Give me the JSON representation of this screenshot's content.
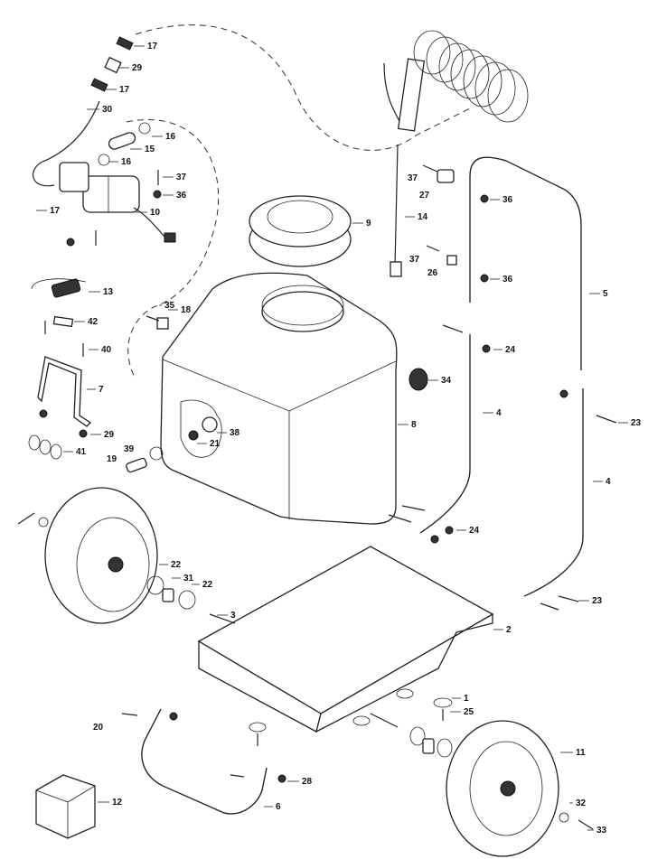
{
  "labels": [
    {
      "id": "p17a",
      "text": "17"
    },
    {
      "id": "p29a",
      "text": "29"
    },
    {
      "id": "p17b",
      "text": "17"
    },
    {
      "id": "p30",
      "text": "30"
    },
    {
      "id": "p16a",
      "text": "16"
    },
    {
      "id": "p15",
      "text": "15"
    },
    {
      "id": "p16b",
      "text": "16"
    },
    {
      "id": "p37a",
      "text": "37"
    },
    {
      "id": "p36a",
      "text": "36"
    },
    {
      "id": "p10",
      "text": "10"
    },
    {
      "id": "p17c",
      "text": "17"
    },
    {
      "id": "p13",
      "text": "13"
    },
    {
      "id": "p42",
      "text": "42"
    },
    {
      "id": "p40",
      "text": "40"
    },
    {
      "id": "p7",
      "text": "7"
    },
    {
      "id": "p29b",
      "text": "29"
    },
    {
      "id": "p41",
      "text": "41"
    },
    {
      "id": "p9",
      "text": "9"
    },
    {
      "id": "p14",
      "text": "14"
    },
    {
      "id": "p37b",
      "text": "37"
    },
    {
      "id": "p27",
      "text": "27"
    },
    {
      "id": "p36b",
      "text": "36"
    },
    {
      "id": "p37c",
      "text": "37"
    },
    {
      "id": "p26",
      "text": "26"
    },
    {
      "id": "p36c",
      "text": "36"
    },
    {
      "id": "p5",
      "text": "5"
    },
    {
      "id": "p35",
      "text": "35"
    },
    {
      "id": "p18",
      "text": "18"
    },
    {
      "id": "p24a",
      "text": "24"
    },
    {
      "id": "p34",
      "text": "34"
    },
    {
      "id": "p4a",
      "text": "4"
    },
    {
      "id": "p8",
      "text": "8"
    },
    {
      "id": "p38",
      "text": "38"
    },
    {
      "id": "p21",
      "text": "21"
    },
    {
      "id": "p39",
      "text": "39"
    },
    {
      "id": "p19",
      "text": "19"
    },
    {
      "id": "p23a",
      "text": "23"
    },
    {
      "id": "p4b",
      "text": "4"
    },
    {
      "id": "p24b",
      "text": "24"
    },
    {
      "id": "p22a",
      "text": "22"
    },
    {
      "id": "p31",
      "text": "31"
    },
    {
      "id": "p22b",
      "text": "22"
    },
    {
      "id": "p23b",
      "text": "23"
    },
    {
      "id": "p3",
      "text": "3"
    },
    {
      "id": "p2",
      "text": "2"
    },
    {
      "id": "p1",
      "text": "1"
    },
    {
      "id": "p25",
      "text": "25"
    },
    {
      "id": "p20",
      "text": "20"
    },
    {
      "id": "p11",
      "text": "11"
    },
    {
      "id": "p28",
      "text": "28"
    },
    {
      "id": "p12",
      "text": "12"
    },
    {
      "id": "p6",
      "text": "6"
    },
    {
      "id": "p32",
      "text": "32"
    },
    {
      "id": "p33",
      "text": "33"
    }
  ]
}
